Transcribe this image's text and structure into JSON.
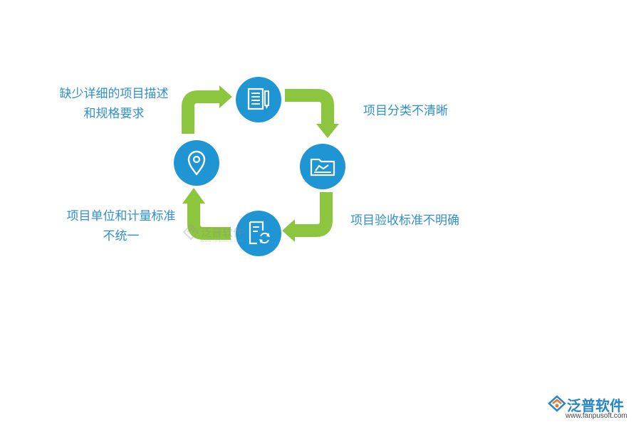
{
  "labels": {
    "top_left": [
      "缺少详细的项目描述",
      "和规格要求"
    ],
    "right_top": "项目分类不清晰",
    "right_bottom": "项目验收标准不明确",
    "bottom_left": [
      "项目单位和计量标准",
      "不统一"
    ]
  },
  "nodes": [
    {
      "id": "top",
      "icon": "document-pencil-icon"
    },
    {
      "id": "right",
      "icon": "folder-icon"
    },
    {
      "id": "bottom",
      "icon": "document-refresh-icon"
    },
    {
      "id": "left",
      "icon": "location-pin-icon"
    }
  ],
  "colors": {
    "node": "#1f95d3",
    "arrow": "#8cc63f",
    "label": "#2f8fcf",
    "brand": "#2586c8"
  },
  "watermark": {
    "text": "泛普软件",
    "sub": "www.fanpusoft.com"
  },
  "brand": {
    "name": "泛普软件",
    "url": "www.fanpusoft.com"
  }
}
